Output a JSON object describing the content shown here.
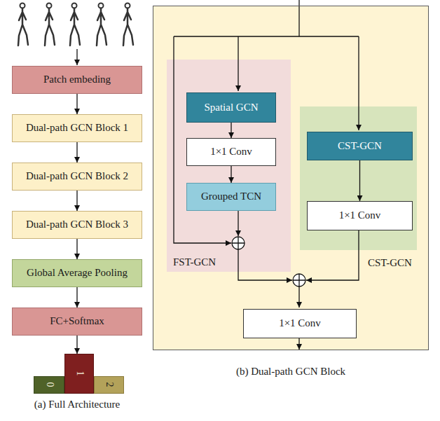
{
  "diagram": {
    "nodes": [
      {
        "text": [
          "Patch embeding"
        ]
      },
      {
        "text": [
          "Dual-path GCN Block 1"
        ]
      },
      {
        "text": [
          "Dual-path GCN Block 2"
        ]
      },
      {
        "text": [
          "Dual-path GCN Block 3"
        ]
      },
      {
        "text": [
          "Global Average Pooling"
        ]
      },
      {
        "text": [
          "FC+Softmax"
        ]
      },
      {
        "text": [
          "0"
        ]
      },
      {
        "text": [
          "1"
        ]
      },
      {
        "text": [
          "2"
        ]
      },
      {
        "text": [
          "(b) Dual-path GCN Block"
        ]
      },
      {
        "text": [
          "FST-GCN"
        ],
        "in": 9
      },
      {
        "text": [
          "Spatial GCN"
        ],
        "in": 10
      },
      {
        "text": [
          "1×1 Conv"
        ],
        "in": 10
      },
      {
        "text": [
          "Grouped TCN"
        ],
        "in": 10
      },
      {
        "text": [
          "CST-GCN"
        ],
        "in": 9
      },
      {
        "text": [
          "CST-GCN"
        ],
        "in": 14
      },
      {
        "text": [
          "1×1 Conv"
        ],
        "in": 14
      },
      {
        "text": [
          "1×1 Conv"
        ],
        "in": 9
      }
    ],
    "edges": [
      {
        "from": 0,
        "to": 1,
        "arrow": "to"
      },
      {
        "from": 1,
        "to": 2,
        "arrow": "to"
      },
      {
        "from": 2,
        "to": 3,
        "arrow": "to"
      },
      {
        "from": 3,
        "to": 4,
        "arrow": "to"
      },
      {
        "from": 4,
        "to": 5,
        "arrow": "to"
      },
      {
        "from": 5,
        "to": 7,
        "arrow": "to"
      },
      {
        "from": 11,
        "to": 12,
        "arrow": "to"
      },
      {
        "from": 12,
        "to": 13,
        "arrow": "to"
      },
      {
        "from": 15,
        "to": 16,
        "arrow": "to"
      }
    ],
    "labels": [
      "(a) Full Architecture"
    ]
  }
}
